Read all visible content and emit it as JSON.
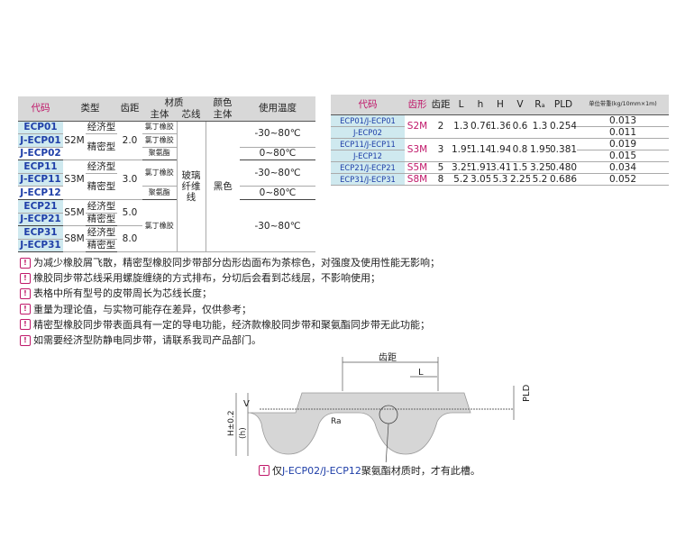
{
  "table1": {
    "headers": {
      "code": "代码",
      "type": "类型",
      "pitch": "齿距",
      "material": "材质",
      "main": "主体",
      "core": "芯线",
      "color": "颜色",
      "color_sub": "主体",
      "temp": "使用温度"
    },
    "codes": [
      "ECP01",
      "J-ECP01",
      "J-ECP02",
      "ECP11",
      "J-ECP11",
      "J-ECP12",
      "ECP21",
      "J-ECP21",
      "ECP31",
      "J-ECP31"
    ],
    "profiles": {
      "s2m": "S2M",
      "s3m": "S3M",
      "s5m": "S5M",
      "s8m": "S8M"
    },
    "types": {
      "economy": "经济型",
      "precision": "精密型"
    },
    "pitches": {
      "s2m": "2.0",
      "s3m": "3.0",
      "s5m": "5.0",
      "s8m": "8.0"
    },
    "materials": {
      "chloroprene": "氯丁橡胶",
      "pu": "聚氨酯"
    },
    "core": "玻璃纤维线",
    "color": "黑色",
    "temps": {
      "wide": "-30~80℃",
      "pu": "0~80℃"
    }
  },
  "table2": {
    "headers": [
      "代码",
      "齿形",
      "齿距",
      "L",
      "h",
      "H",
      "V",
      "Rₐ",
      "PLD",
      "单位带重(kg/10mm×1m)"
    ],
    "rows": [
      {
        "code": "ECP01/J-ECP01",
        "profile": "S2M",
        "pitch": "2",
        "L": "1.3",
        "h": "0.76",
        "H": "1.36",
        "V": "0.6",
        "Ra": "1.3",
        "PLD": "0.254",
        "weight": "0.013"
      },
      {
        "code": "J-ECP02",
        "weight": "0.011"
      },
      {
        "code": "ECP11/J-ECP11",
        "profile": "S3M",
        "pitch": "3",
        "L": "1.95",
        "h": "1.14",
        "H": "1.94",
        "V": "0.8",
        "Ra": "1.95",
        "PLD": "0.381",
        "weight": "0.019"
      },
      {
        "code": "J-ECP12",
        "weight": "0.015"
      },
      {
        "code": "ECP21/J-ECP21",
        "profile": "S5M",
        "pitch": "5",
        "L": "3.25",
        "h": "1.91",
        "H": "3.41",
        "V": "1.5",
        "Ra": "3.25",
        "PLD": "0.480",
        "weight": "0.034"
      },
      {
        "code": "ECP31/J-ECP31",
        "profile": "S8M",
        "pitch": "8",
        "L": "5.2",
        "h": "3.05",
        "H": "5.3",
        "V": "2.25",
        "Ra": "5.2",
        "PLD": "0.686",
        "weight": "0.052"
      }
    ]
  },
  "notes": [
    "为减少橡胶屑飞散，精密型橡胶同步带部分齿形齿面布为茶棕色，对强度及使用性能无影响；",
    "橡胶同步带芯线采用螺旋缠绕的方式排布，分切后会看到芯线层，不影响使用；",
    "表格中所有型号的皮带周长为芯线长度；",
    "重量为理论值，与实物可能存在差异，仅供参考；",
    "精密型橡胶同步带表面具有一定的导电功能，经济款橡胶同步带和聚氨酯同步带无此功能；",
    "如需要经济型防静电同步带，请联系我司产品部门。"
  ],
  "diagram": {
    "pitch_label": "齿距",
    "L": "L",
    "V": "V",
    "h": "(h)",
    "H": "H±0.2",
    "PLD": "PLD",
    "Ra": "Ra"
  },
  "footnote": {
    "prefix": "仅",
    "codes": "J-ECP02/J-ECP12",
    "suffix": "聚氨酯材质时，才有此槽。"
  },
  "colors": {
    "pink": "#c0186a",
    "blue": "#1f3fa8",
    "shade": "#cfe9ef",
    "header": "#d8d8d8"
  }
}
